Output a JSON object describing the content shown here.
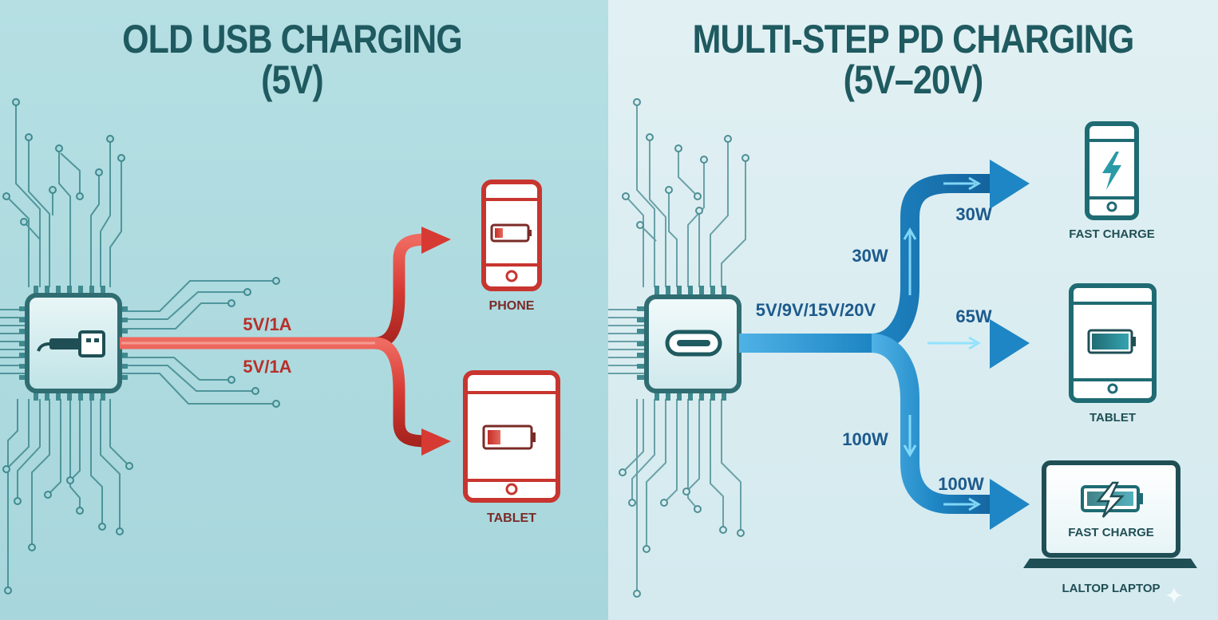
{
  "left_panel": {
    "title_line1": "OLD USB CHARGING",
    "title_line2": "(5V)",
    "connector_icon": "usb-a-icon",
    "rate_top": "5V/1A",
    "rate_bottom": "5V/1A",
    "devices": [
      {
        "label": "PHONE",
        "icon": "phone-low-battery-icon"
      },
      {
        "label": "TABLET",
        "icon": "tablet-low-battery-icon"
      }
    ],
    "colors": {
      "flow": "#d63a33",
      "device": "#c8352f",
      "title": "#1f5a60",
      "trace": "#3f8a8f"
    }
  },
  "right_panel": {
    "title_line1": "MULTI-STEP PD CHARGING",
    "title_line2": "(5V–20V)",
    "connector_icon": "usb-c-icon",
    "voltage_label": "5V/9V/15V/20V",
    "branch_labels": {
      "up_riser": "30W",
      "top": "30W",
      "middle": "65W",
      "down_riser": "100W",
      "bottom": "100W"
    },
    "devices": [
      {
        "label": "FAST CHARGE",
        "icon": "phone-fast-charge-icon"
      },
      {
        "label": "TABLET",
        "icon": "tablet-battery-icon"
      },
      {
        "label": "LALTOP LAPTOP",
        "screen_text": "FAST CHARGE",
        "icon": "laptop-fast-charge-icon"
      }
    ],
    "colors": {
      "flow": "#1e86c4",
      "device": "#1f6b73",
      "title": "#1f5a60",
      "label": "#1d5a8c"
    }
  }
}
